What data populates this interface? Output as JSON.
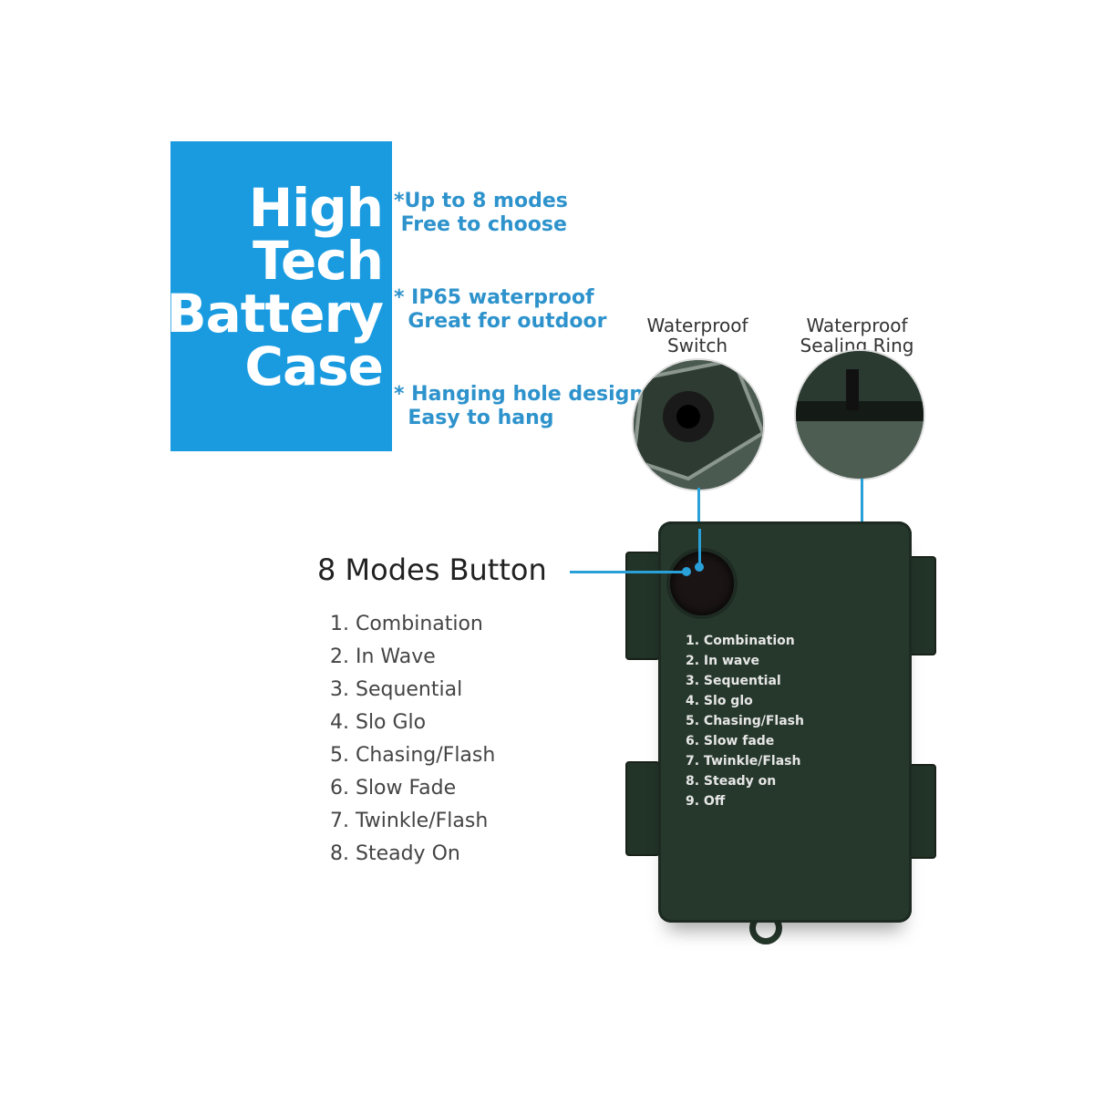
{
  "hero": {
    "title_lines": [
      "High",
      "Tech",
      "Battery",
      "Case"
    ]
  },
  "features": [
    {
      "line1": "*Up to 8 modes",
      "line2": " Free to choose"
    },
    {
      "line1": "* IP65 waterproof",
      "line2": "  Great for outdoor"
    },
    {
      "line1": "* Hanging hole design",
      "line2": "  Easy to hang"
    }
  ],
  "callouts": {
    "switch": {
      "line1": "Waterproof",
      "line2": "Switch"
    },
    "ring": {
      "line1": "Waterproof",
      "line2": "Sealing Ring"
    }
  },
  "modes_title": "8 Modes Button",
  "modes": [
    "1. Combination",
    "2. In Wave",
    "3. Sequential",
    "4. Slo Glo",
    "5. Chasing/Flash",
    "6. Slow Fade",
    "7. Twinkle/Flash",
    "8. Steady On"
  ],
  "device_label": [
    "1. Combination",
    "2. In wave",
    "3. Sequential",
    "4. Slo glo",
    "5. Chasing/Flash",
    "6. Slow fade",
    "7. Twinkle/Flash",
    "8. Steady on",
    "9. Off"
  ],
  "colors": {
    "accent": "#1a9be0",
    "case": "#26382c"
  }
}
